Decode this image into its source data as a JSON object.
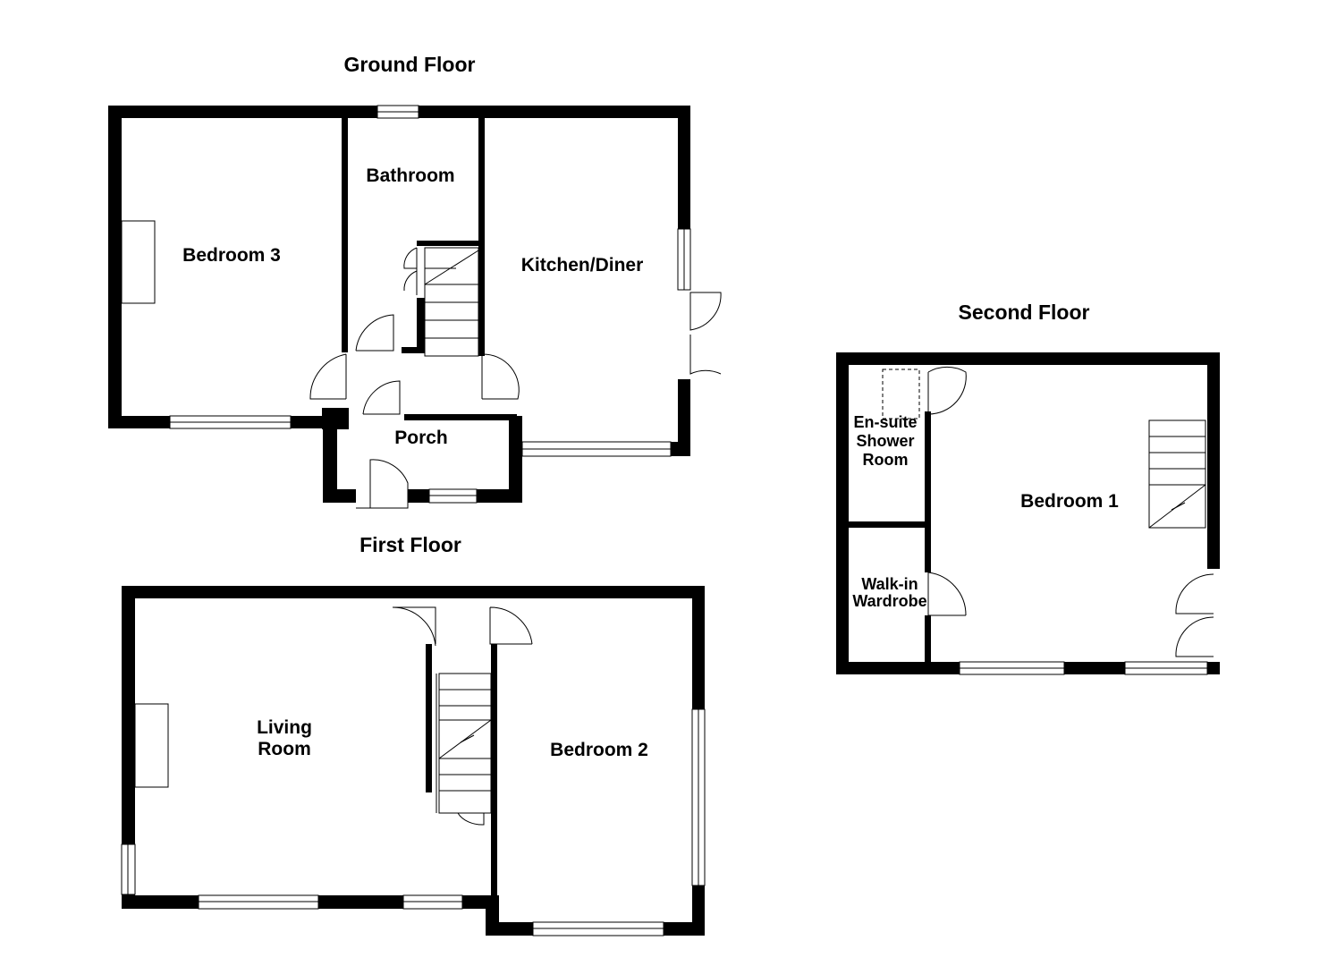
{
  "floors": [
    {
      "title": "Ground Floor",
      "rooms": [
        "Bedroom 3",
        "Bathroom",
        "Kitchen/Diner",
        "Porch"
      ]
    },
    {
      "title": "First Floor",
      "rooms": [
        "Living",
        "Room",
        "Bedroom 2"
      ]
    },
    {
      "title": "Second Floor",
      "rooms": [
        "En-suite",
        "Shower",
        "Room",
        "Walk-in",
        "Wardrobe",
        "Bedroom 1"
      ]
    }
  ]
}
